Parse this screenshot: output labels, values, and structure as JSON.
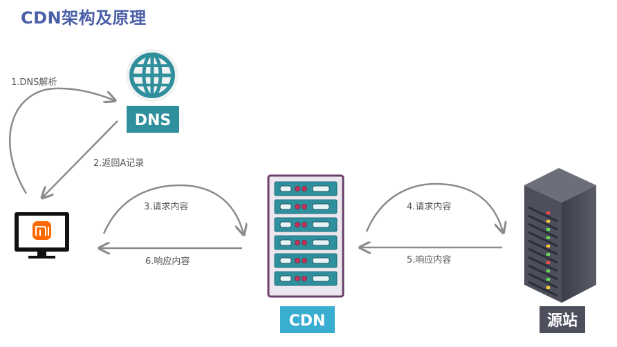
{
  "title": "CDN架构及原理",
  "nodes": {
    "dns": {
      "label": "DNS",
      "color": "#2f8f9d"
    },
    "cdn": {
      "label": "CDN",
      "color": "#3aaed0"
    },
    "origin": {
      "label": "源站",
      "color": "#4d4f5c"
    }
  },
  "steps": {
    "s1": "1.DNS解析",
    "s2": "2.返回A记录",
    "s3": "3.请求内容",
    "s4": "4.请求内容",
    "s5": "5.响应内容",
    "s6": "6.响应内容"
  },
  "icons": {
    "dns": "globe-icon",
    "client": "monitor-icon",
    "client_logo": "mi",
    "cdn": "server-rack-icon",
    "origin": "server-tower-icon"
  },
  "colors": {
    "arrow": "#8a8a8a",
    "globe": "#2f8f9d",
    "brand": "#ff6900",
    "rack_frame": "#6b3f6b",
    "rack_unit": "#2f8f9d"
  }
}
